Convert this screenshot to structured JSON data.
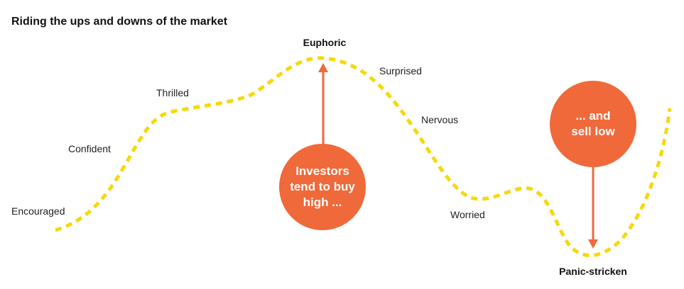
{
  "title": "Riding the ups and downs of the market",
  "stages": {
    "encouraged": "Encouraged",
    "confident": "Confident",
    "thrilled": "Thrilled",
    "euphoric": "Euphoric",
    "surprised": "Surprised",
    "nervous": "Nervous",
    "worried": "Worried",
    "panic_stricken": "Panic-stricken"
  },
  "callouts": {
    "buy_high": "Investors\ntend to buy\nhigh ...",
    "sell_low": "... and\nsell low"
  },
  "colors": {
    "curve": "#f5d90a",
    "accent": "#f0693a",
    "text": "#222222"
  }
}
